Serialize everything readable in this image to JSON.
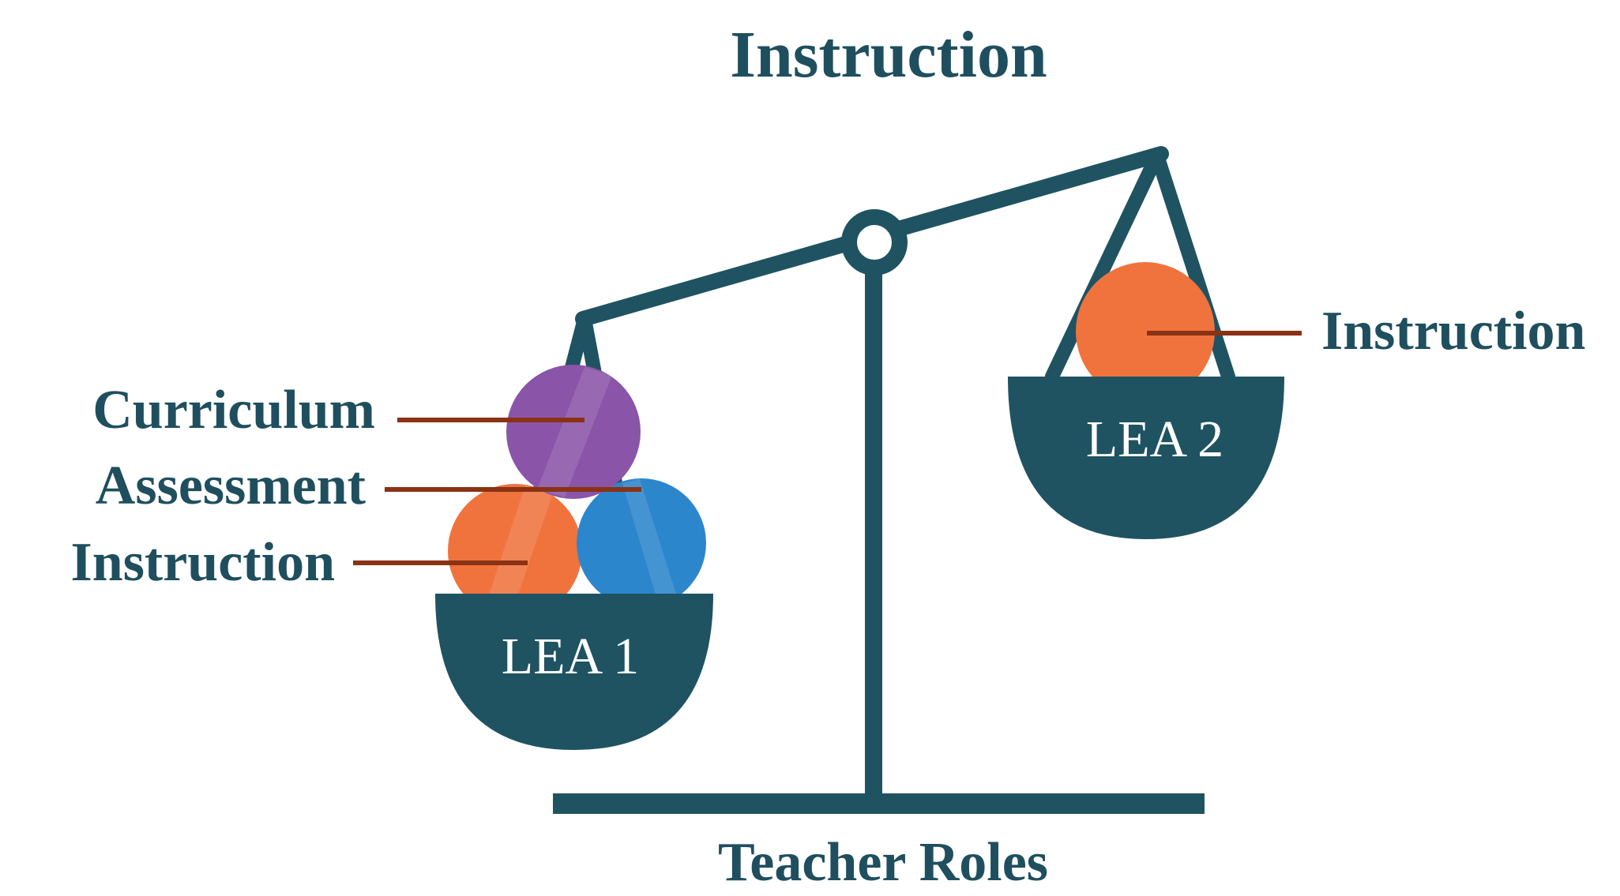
{
  "title": "Instruction",
  "footer": "Teacher Roles",
  "colors": {
    "scale": "#1f5361",
    "label_text": "#1f4f5e",
    "leader_line": "#8a3214",
    "instruction_ball": "#f0733d",
    "curriculum_ball": "#8a54a8",
    "assessment_ball": "#2c86cc",
    "pan_text": "#ffffff",
    "background": "#ffffff"
  },
  "left_pan": {
    "label": "LEA 1",
    "items": [
      {
        "label": "Curriculum",
        "color_key": "curriculum_ball"
      },
      {
        "label": "Assessment",
        "color_key": "assessment_ball"
      },
      {
        "label": "Instruction",
        "color_key": "instruction_ball"
      }
    ]
  },
  "right_pan": {
    "label": "LEA 2",
    "items": [
      {
        "label": "Instruction",
        "color_key": "instruction_ball"
      }
    ]
  }
}
